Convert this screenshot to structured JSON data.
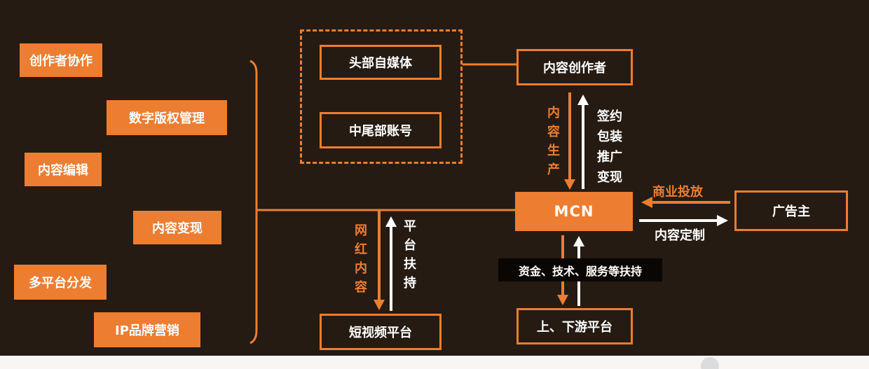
{
  "colors": {
    "background": "#251B12",
    "accent": "#ED7D31",
    "white": "#FFFFFF",
    "support_bar_bg": "#0A0603"
  },
  "left_panel": {
    "items": [
      "创作者协作",
      "数字版权管理",
      "内容编辑",
      "内容变现",
      "多平台分发",
      "IP品牌营销"
    ]
  },
  "media_group": {
    "head_media": "头部自媒体",
    "mid_tail_accounts": "中尾部账号"
  },
  "nodes": {
    "content_creator": "内容创作者",
    "mcn": "MCN",
    "advertiser": "广告主",
    "upstream_downstream_platform": "上、下游平台",
    "short_video_platform": "短视频平台"
  },
  "edges": {
    "content_production": "内容生产",
    "sign_steps": [
      "签约",
      "包装",
      "推广",
      "变现"
    ],
    "commercial_placement": "商业投放",
    "content_customization": "内容定制",
    "support": "资金、技术、服务等扶持",
    "influencer_content": "网红内容",
    "platform_support": "平台扶持"
  }
}
